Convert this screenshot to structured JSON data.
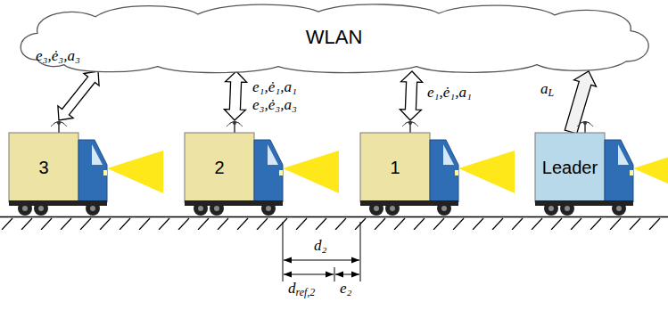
{
  "diagram": {
    "nodes": [
      {
        "text": [
          "WLAN"
        ]
      },
      {
        "text": [
          "3"
        ]
      },
      {
        "text": [
          "2"
        ]
      },
      {
        "text": [
          "1"
        ]
      },
      {
        "text": [
          "Leader"
        ]
      }
    ],
    "edges": [
      {
        "from": 0,
        "to": 1,
        "arrow": "both",
        "label": "e₃,ė₃,a₃"
      },
      {
        "from": 0,
        "to": 2,
        "arrow": "both",
        "label": "e₁,ė₁,a₁ e₃,ė₃,a₃"
      },
      {
        "from": 0,
        "to": 3,
        "arrow": "both",
        "label": "e₁,ė₁,a₁"
      },
      {
        "from": 4,
        "to": 0,
        "arrow": "to",
        "label": "aL"
      }
    ],
    "labels": [
      "d₂",
      "dref,2",
      "e₂"
    ]
  }
}
